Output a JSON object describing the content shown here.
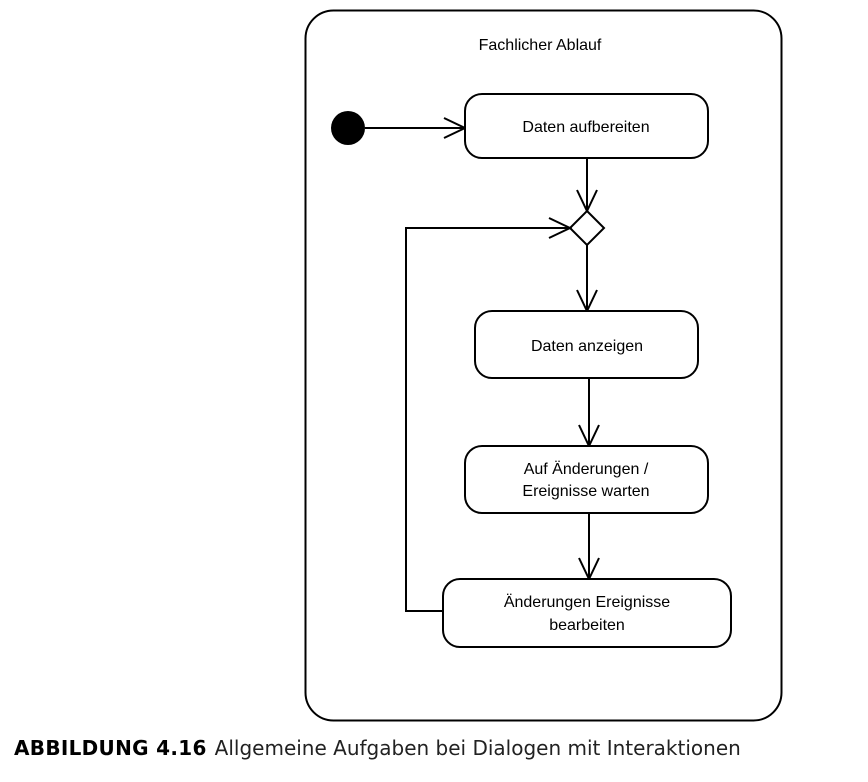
{
  "diagram": {
    "title": "Fachlicher Ablauf",
    "nodes": {
      "prepare": {
        "line1": "Daten aufbereiten"
      },
      "display": {
        "line1": "Daten anzeigen"
      },
      "wait": {
        "line1": "Auf Änderungen /",
        "line2": "Ereignisse warten"
      },
      "process": {
        "line1": "Änderungen Ereignisse",
        "line2": "bearbeiten"
      }
    }
  },
  "caption": {
    "label": "ABBILDUNG 4.16",
    "text": "Allgemeine Aufgaben bei Dialogen mit Interaktionen"
  }
}
